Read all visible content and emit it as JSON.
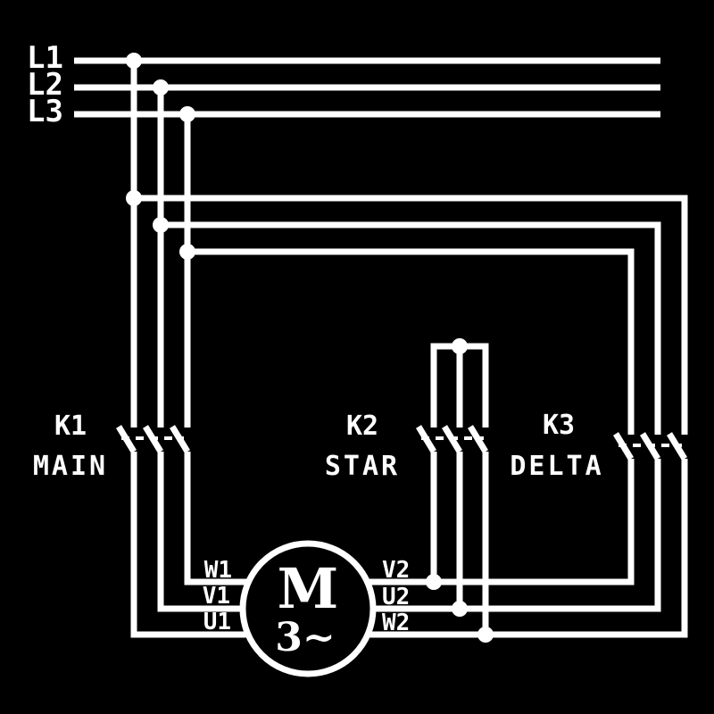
{
  "colors": {
    "background": "#000000",
    "line": "#ffffff"
  },
  "supply": {
    "lines": [
      {
        "label": "L1"
      },
      {
        "label": "L2"
      },
      {
        "label": "L3"
      }
    ]
  },
  "contactors": [
    {
      "id": "K1",
      "name": "MAIN"
    },
    {
      "id": "K2",
      "name": "STAR"
    },
    {
      "id": "K3",
      "name": "DELTA"
    }
  ],
  "motor": {
    "symbol": "M",
    "phases": "3~",
    "left_terminals": [
      "W1",
      "V1",
      "U1"
    ],
    "right_terminals": [
      "V2",
      "U2",
      "W2"
    ]
  }
}
